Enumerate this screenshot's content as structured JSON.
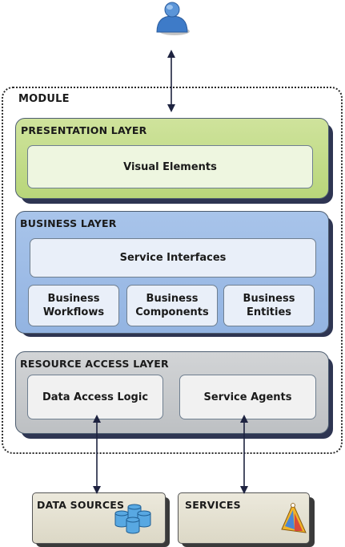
{
  "module": {
    "label": "MODULE"
  },
  "presentation": {
    "title": "PRESENTATION LAYER",
    "visual_elements": "Visual Elements",
    "color": "#c2dc86"
  },
  "business": {
    "title": "BUSINESS LAYER",
    "service_interfaces": "Service Interfaces",
    "workflows": [
      "Business",
      "Workflows"
    ],
    "components": [
      "Business",
      "Components"
    ],
    "entities": [
      "Business",
      "Entities"
    ],
    "color": "#9dbbe6"
  },
  "resource": {
    "title": "RESOURCE ACCESS LAYER",
    "data_access_logic": "Data Access Logic",
    "service_agents": "Service Agents",
    "color": "#c6c8cb"
  },
  "data_sources": {
    "title": "DATA SOURCES"
  },
  "services": {
    "title": "SERVICES"
  },
  "icons": {
    "user": "user-icon",
    "database": "database-icon",
    "service": "service-icon"
  }
}
